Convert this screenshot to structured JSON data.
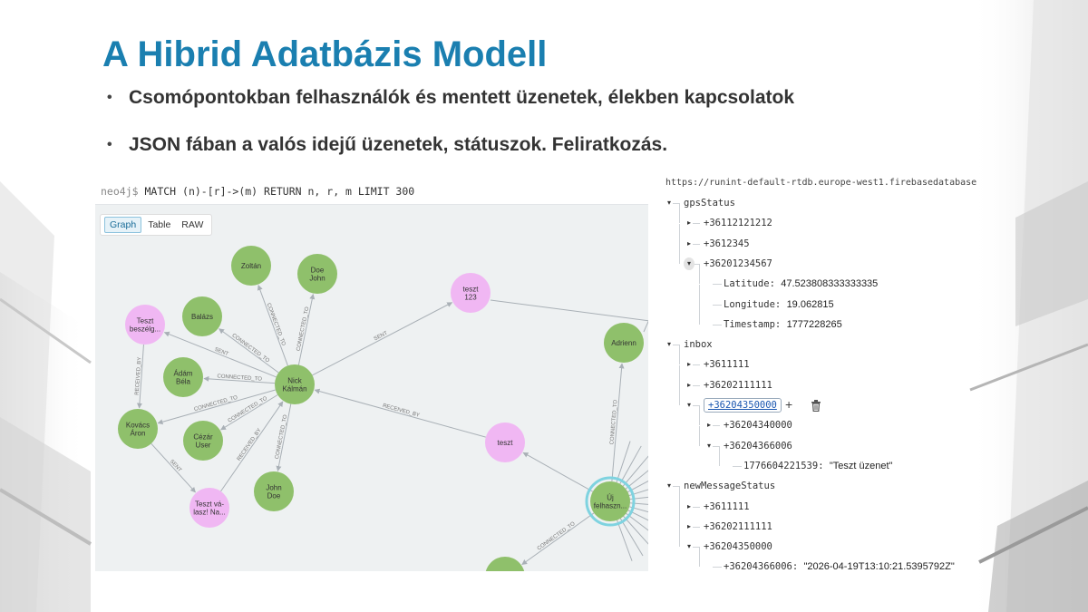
{
  "slide": {
    "title": "A Hibrid Adatbázis Modell",
    "bullets": [
      "Csomópontokban felhasználók és mentett üzenetek, élekben kapcsolatok",
      "JSON fában a valós idejű üzenetek, státuszok. Feliratkozás."
    ],
    "bullet_symbol": "•"
  },
  "neo4j": {
    "prompt": "neo4j$",
    "query": "MATCH (n)-[r]->(m) RETURN n, r, m LIMIT 300",
    "view_tabs": [
      "Graph",
      "Table",
      "RAW"
    ],
    "active_tab": "Graph",
    "colors": {
      "user": "#8fc06b",
      "message": "#f0b7f3",
      "selected_ring": "#7fd3e0",
      "edge": "#a9b0b6"
    },
    "nodes": [
      {
        "id": "zoltan",
        "lines": [
          "Zoltán"
        ],
        "kind": "user"
      },
      {
        "id": "doe",
        "lines": [
          "Doe",
          "John"
        ],
        "kind": "user"
      },
      {
        "id": "balazs",
        "lines": [
          "Balázs"
        ],
        "kind": "user"
      },
      {
        "id": "tb",
        "lines": [
          "Teszt",
          "beszélg..."
        ],
        "kind": "message"
      },
      {
        "id": "adam",
        "lines": [
          "Ádám",
          "Béla"
        ],
        "kind": "user"
      },
      {
        "id": "nick",
        "lines": [
          "Nick",
          "Kálmán"
        ],
        "kind": "user"
      },
      {
        "id": "kovacs",
        "lines": [
          "Kovács",
          "Áron"
        ],
        "kind": "user"
      },
      {
        "id": "cezar",
        "lines": [
          "Cézár",
          "User"
        ],
        "kind": "user"
      },
      {
        "id": "johndoe",
        "lines": [
          "John",
          "Doe"
        ],
        "kind": "user"
      },
      {
        "id": "tv",
        "lines": [
          "Teszt vá-",
          "lasz! Na..."
        ],
        "kind": "message"
      },
      {
        "id": "t123",
        "lines": [
          "teszt",
          "123"
        ],
        "kind": "message"
      },
      {
        "id": "adrienn",
        "lines": [
          "Adrienn"
        ],
        "kind": "user"
      },
      {
        "id": "teszt",
        "lines": [
          "teszt"
        ],
        "kind": "message"
      },
      {
        "id": "uj",
        "lines": [
          "Új",
          "felhaszn..."
        ],
        "kind": "user",
        "selected": true
      },
      {
        "id": "bottom",
        "lines": [],
        "kind": "user"
      }
    ],
    "edges": [
      {
        "from": "nick",
        "to": "zoltan",
        "label": "CONNECTED_TO"
      },
      {
        "from": "nick",
        "to": "doe",
        "label": "CONNECTED_TO"
      },
      {
        "from": "nick",
        "to": "balazs",
        "label": "CONNECTED_TO"
      },
      {
        "from": "nick",
        "to": "tb",
        "label": "SENT"
      },
      {
        "from": "nick",
        "to": "adam",
        "label": "CONNECTED_TO"
      },
      {
        "from": "nick",
        "to": "kovacs",
        "label": "CONNECTED_TO"
      },
      {
        "from": "nick",
        "to": "cezar",
        "label": "CONNECTED_TO"
      },
      {
        "from": "nick",
        "to": "johndoe",
        "label": "CONNECTED_TO"
      },
      {
        "from": "nick",
        "to": "t123",
        "label": "SENT"
      },
      {
        "from": "tv",
        "to": "nick",
        "label": "RECEIVED_BY"
      },
      {
        "from": "tb",
        "to": "kovacs",
        "label": "RECEIVED_BY"
      },
      {
        "from": "kovacs",
        "to": "tv",
        "label": "SENT"
      },
      {
        "from": "teszt",
        "to": "nick",
        "label": "RECEIVED_BY"
      },
      {
        "from": "uj",
        "to": "adrienn",
        "label": "CONNECTED_TO"
      },
      {
        "from": "uj",
        "to": "teszt",
        "label": ""
      },
      {
        "from": "uj",
        "to": "bottom",
        "label": "CONNECTED_TO"
      }
    ]
  },
  "firebase": {
    "url": "https://runint-default-rtdb.europe-west1.firebasedatabase",
    "tree": [
      {
        "depth": 0,
        "arrow": "down",
        "key": "gpsStatus"
      },
      {
        "depth": 1,
        "arrow": "right",
        "key": "+36112121212"
      },
      {
        "depth": 1,
        "arrow": "right",
        "key": "+3612345"
      },
      {
        "depth": 1,
        "arrow": "down-active",
        "key": "+36201234567"
      },
      {
        "depth": 2,
        "arrow": "none",
        "key": "Latitude",
        "value": "47.523808333333335"
      },
      {
        "depth": 2,
        "arrow": "none",
        "key": "Longitude",
        "value": "19.062815"
      },
      {
        "depth": 2,
        "arrow": "none",
        "key": "Timestamp",
        "value": "1777228265"
      },
      {
        "depth": 0,
        "arrow": "down",
        "key": "inbox"
      },
      {
        "depth": 1,
        "arrow": "right",
        "key": "+3611111"
      },
      {
        "depth": 1,
        "arrow": "right",
        "key": "+36202111111"
      },
      {
        "depth": 1,
        "arrow": "down",
        "key": "+36204350000",
        "selected": true
      },
      {
        "depth": 2,
        "arrow": "right",
        "key": "+36204340000"
      },
      {
        "depth": 2,
        "arrow": "down",
        "key": "+36204366006"
      },
      {
        "depth": 3,
        "arrow": "none",
        "key": "1776604221539",
        "value": "\"Teszt üzenet\""
      },
      {
        "depth": 0,
        "arrow": "down",
        "key": "newMessageStatus"
      },
      {
        "depth": 1,
        "arrow": "right",
        "key": "+3611111"
      },
      {
        "depth": 1,
        "arrow": "right",
        "key": "+36202111111"
      },
      {
        "depth": 1,
        "arrow": "down",
        "key": "+36204350000"
      },
      {
        "depth": 2,
        "arrow": "none",
        "key": "+36204366006",
        "value": "\"2026-04-19T13:10:21.5395792Z\""
      }
    ],
    "add_icon": "+",
    "delete_icon": "trash-icon"
  }
}
